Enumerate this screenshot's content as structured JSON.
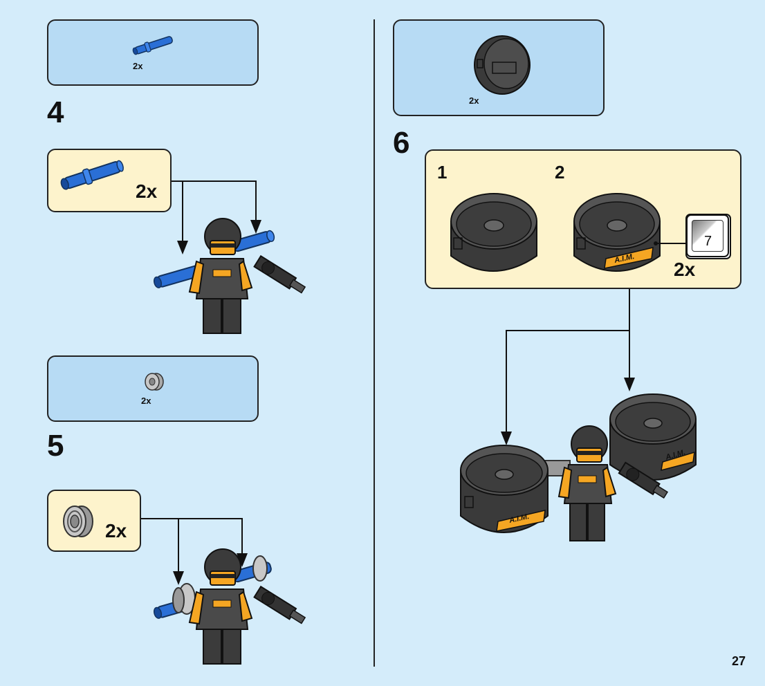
{
  "page_number": "27",
  "steps": [
    {
      "number": "4",
      "parts_qty": "2x",
      "sub_qty": "2x"
    },
    {
      "number": "5",
      "parts_qty": "2x",
      "sub_qty": "2x"
    },
    {
      "number": "6",
      "parts_qty": "2x",
      "sub_steps": [
        "1",
        "2"
      ],
      "sub_qty": "2x",
      "sticker_ref": "7",
      "wheel_label": "A.I.M."
    }
  ],
  "colors": {
    "background": "#d4ecfa",
    "parts_box": "#b7dbf4",
    "sub_box": "#fdf3cc",
    "pin_blue": "#2a6fd6",
    "dark_gray": "#4a4a4a",
    "orange": "#f5a623"
  }
}
